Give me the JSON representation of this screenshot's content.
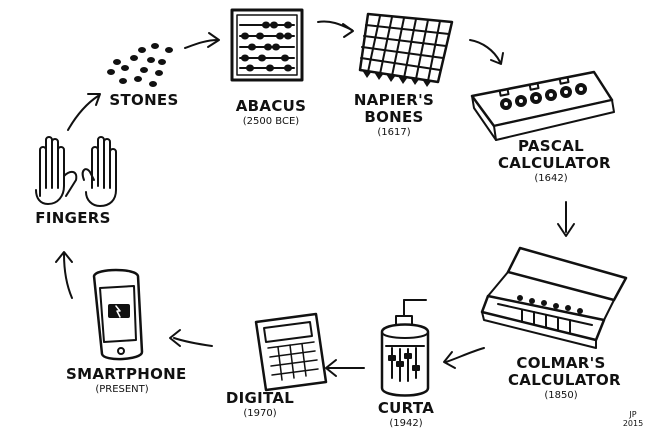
{
  "stages": [
    {
      "key": "stones",
      "name": "STONES",
      "year": ""
    },
    {
      "key": "abacus",
      "name": "ABACUS",
      "year": "(2500 BCE)"
    },
    {
      "key": "napier",
      "name_lines": [
        "NAPIER'S",
        "BONES"
      ],
      "year": "(1617)"
    },
    {
      "key": "pascal",
      "name_lines": [
        "PASCAL",
        "CALCULATOR"
      ],
      "year": "(1642)"
    },
    {
      "key": "colmar",
      "name_lines": [
        "COLMAR'S",
        "CALCULATOR"
      ],
      "year": "(1850)"
    },
    {
      "key": "curta",
      "name": "CURTA",
      "year": "(1942)"
    },
    {
      "key": "digital",
      "name": "DIGITAL",
      "year": "(1970)"
    },
    {
      "key": "smartphone",
      "name": "SMARTPHONE",
      "year": "(PRESENT)"
    },
    {
      "key": "fingers",
      "name": "FINGERS",
      "year": ""
    }
  ],
  "signature": {
    "initials": "JP",
    "year": "2015"
  },
  "colors": {
    "ink": "#111111",
    "background": "#ffffff"
  },
  "icons": [
    "stones-icon",
    "abacus-icon",
    "napiers-bones-icon",
    "pascal-calculator-icon",
    "colmars-calculator-icon",
    "curta-icon",
    "digital-calculator-icon",
    "smartphone-icon",
    "fingers-icon"
  ]
}
